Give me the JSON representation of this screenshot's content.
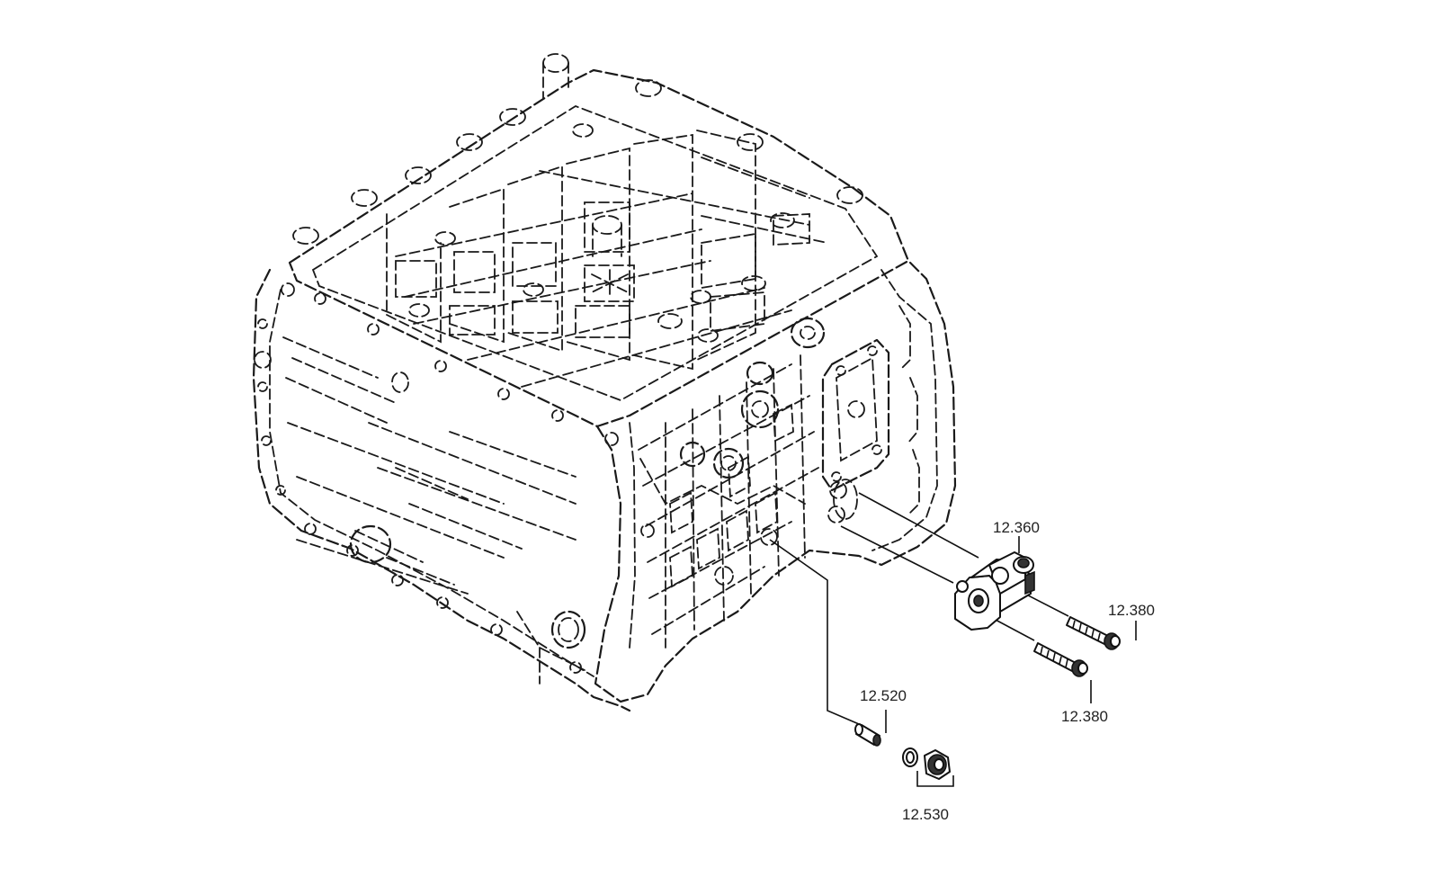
{
  "callouts": {
    "part_12_360": "12.360",
    "part_12_380_upper": "12.380",
    "part_12_380_lower": "12.380",
    "part_12_520": "12.520",
    "part_12_530": "12.530"
  },
  "colors": {
    "line": "#1a1a1a",
    "background": "#ffffff",
    "part_fill": "#333333"
  }
}
